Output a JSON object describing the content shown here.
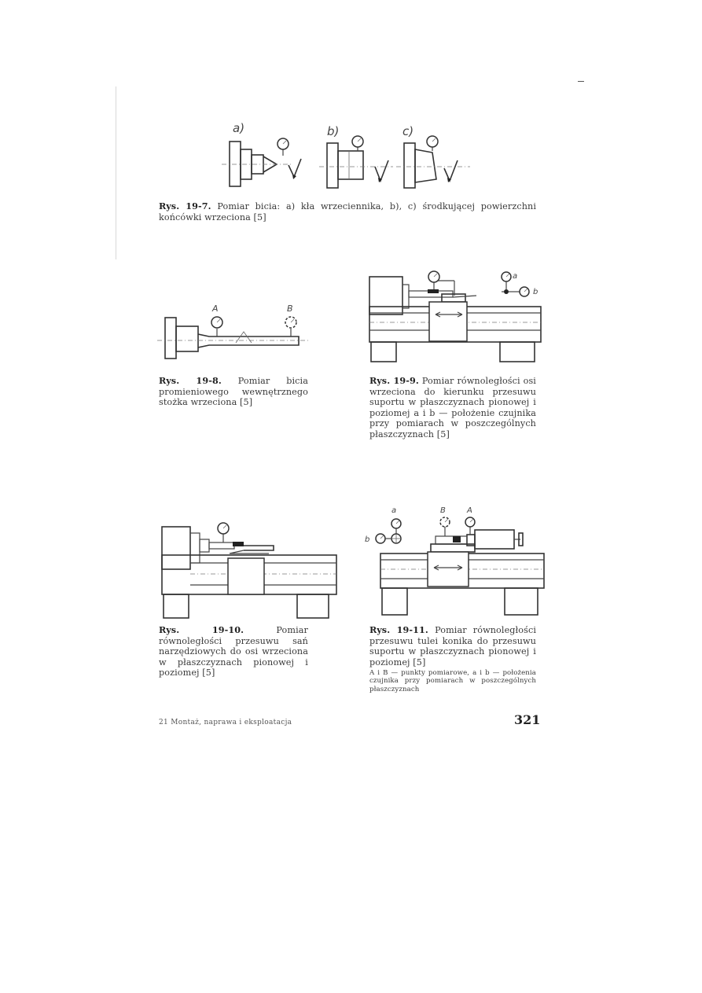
{
  "figures": {
    "fig_19_7": {
      "labels": [
        "a)",
        "b)",
        "c)"
      ],
      "number": "Rys. 19-7.",
      "caption": "Pomiar bicia: a) kła wrzeciennika, b), c) środkującej powierzchni końcówki wrzeciona [5]"
    },
    "fig_19_8": {
      "labels": [
        "A",
        "B"
      ],
      "number": "Rys. 19-8.",
      "caption": "Pomiar bicia promieniowego wewnętrznego stożka wrzeciona [5]"
    },
    "fig_19_9": {
      "labels": [
        "a",
        "b"
      ],
      "number": "Rys. 19-9.",
      "caption": "Pomiar równoległości osi wrzeciona do kierunku przesuwu suportu w płaszczyznach pionowej i poziomej a i b — położenie czujnika przy pomiarach w poszczególnych płaszczyznach [5]"
    },
    "fig_19_10": {
      "number": "Rys. 19-10.",
      "caption": "Pomiar równoległości przesuwu sań narzędziowych do osi wrzeciona w płaszczyznach pionowej i poziomej [5]"
    },
    "fig_19_11": {
      "labels": [
        "a",
        "b",
        "B",
        "A"
      ],
      "number": "Rys. 19-11.",
      "caption": "Pomiar równoległości przesuwu tulei konika do przesuwu suportu w płaszczyznach pionowej i poziomej [5]",
      "note": "A i B — punkty pomiarowe, a i b — położenia czujnika przy pomiarach w poszczególnych płaszczyznach"
    }
  },
  "footer": {
    "left": "21  Montaż, naprawa i eksploatacja",
    "page_number": "321"
  }
}
